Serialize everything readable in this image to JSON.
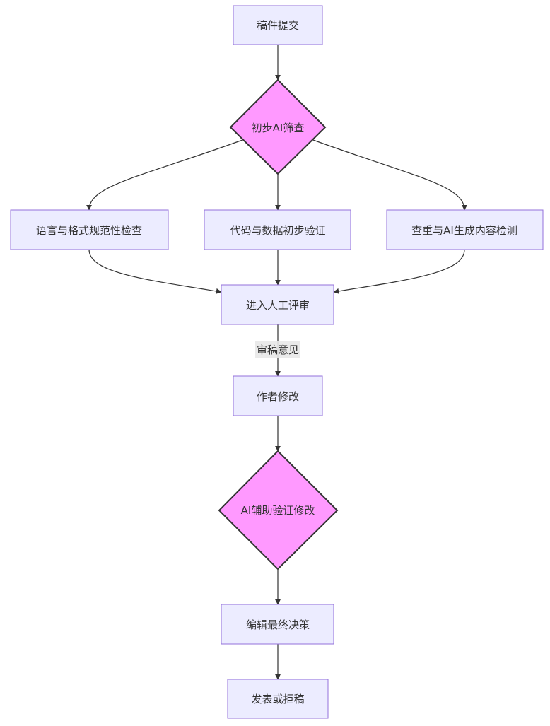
{
  "diagram": {
    "type": "flowchart",
    "direction": "top-down",
    "colors": {
      "process_fill": "#ECECFF",
      "process_stroke": "#9370DB",
      "decision_fill": "#FF99FF",
      "decision_stroke": "#333333",
      "edge": "#333333",
      "label_bg": "#e8e8e8"
    },
    "nodes": {
      "submit": {
        "label": "稿件提交",
        "shape": "rect"
      },
      "ai_screen": {
        "label": "初步AI筛查",
        "shape": "diamond"
      },
      "lang_check": {
        "label": "语言与格式规范性检查",
        "shape": "rect"
      },
      "code_check": {
        "label": "代码与数据初步验证",
        "shape": "rect"
      },
      "dup_check": {
        "label": "查重与AI生成内容检测",
        "shape": "rect"
      },
      "human_review": {
        "label": "进入人工评审",
        "shape": "rect"
      },
      "author_revise": {
        "label": "作者修改",
        "shape": "rect"
      },
      "ai_verify": {
        "label": "AI辅助验证修改",
        "shape": "diamond"
      },
      "editor_decision": {
        "label": "编辑最终决策",
        "shape": "rect"
      },
      "publish_reject": {
        "label": "发表或拒稿",
        "shape": "rect"
      }
    },
    "edges": [
      {
        "from": "submit",
        "to": "ai_screen",
        "label": ""
      },
      {
        "from": "ai_screen",
        "to": "lang_check",
        "label": ""
      },
      {
        "from": "ai_screen",
        "to": "code_check",
        "label": ""
      },
      {
        "from": "ai_screen",
        "to": "dup_check",
        "label": ""
      },
      {
        "from": "lang_check",
        "to": "human_review",
        "label": ""
      },
      {
        "from": "code_check",
        "to": "human_review",
        "label": ""
      },
      {
        "from": "dup_check",
        "to": "human_review",
        "label": ""
      },
      {
        "from": "human_review",
        "to": "author_revise",
        "label": "审稿意见"
      },
      {
        "from": "author_revise",
        "to": "ai_verify",
        "label": ""
      },
      {
        "from": "ai_verify",
        "to": "editor_decision",
        "label": ""
      },
      {
        "from": "editor_decision",
        "to": "publish_reject",
        "label": ""
      }
    ]
  }
}
